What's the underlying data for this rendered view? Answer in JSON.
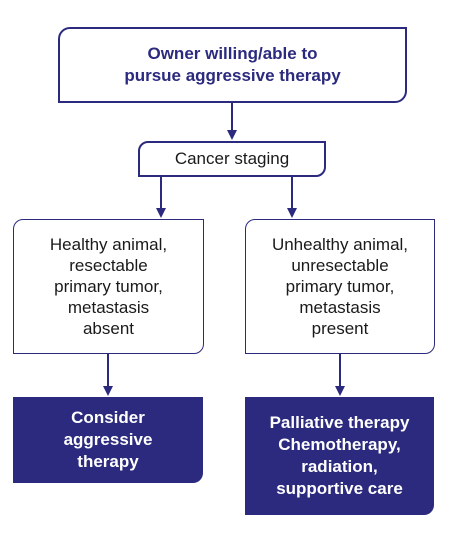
{
  "diagram": {
    "root": {
      "label": "Owner willing/able to\npursue aggressive therapy"
    },
    "staging": {
      "label": "Cancer staging"
    },
    "branches": [
      {
        "condition": "Healthy animal,\nresectable\nprimary tumor,\nmetastasis\nabsent",
        "outcome": "Consider\naggressive\ntherapy"
      },
      {
        "condition": "Unhealthy animal,\nunresectable\nprimary tumor,\nmetastasis\npresent",
        "outcome": "Palliative therapy\nChemotherapy,\nradiation,\nsupportive care"
      }
    ]
  },
  "colors": {
    "primary": "#2b2a7e",
    "text": "#1a1a1a",
    "background": "#ffffff"
  }
}
